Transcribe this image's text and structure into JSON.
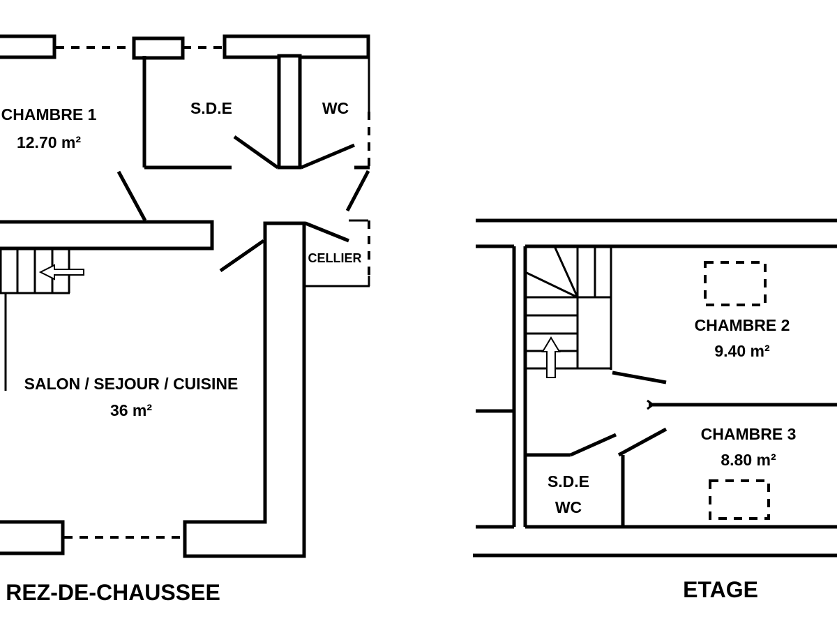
{
  "ground_floor": {
    "title": "REZ-DE-CHAUSSEE",
    "rooms": {
      "chambre1": {
        "name": "CHAMBRE 1",
        "area": "12.70 m²"
      },
      "sde": {
        "name": "S.D.E"
      },
      "wc": {
        "name": "WC"
      },
      "cellier": {
        "name": "CELLIER"
      },
      "salon": {
        "name": "SALON / SEJOUR / CUISINE",
        "area": "36 m²"
      }
    }
  },
  "upper_floor": {
    "title": "ETAGE",
    "rooms": {
      "chambre2": {
        "name": "CHAMBRE 2",
        "area": "9.40 m²"
      },
      "chambre3": {
        "name": "CHAMBRE 3",
        "area": "8.80 m²"
      },
      "sde_wc": {
        "name": "S.D.E",
        "name2": "WC"
      }
    }
  }
}
